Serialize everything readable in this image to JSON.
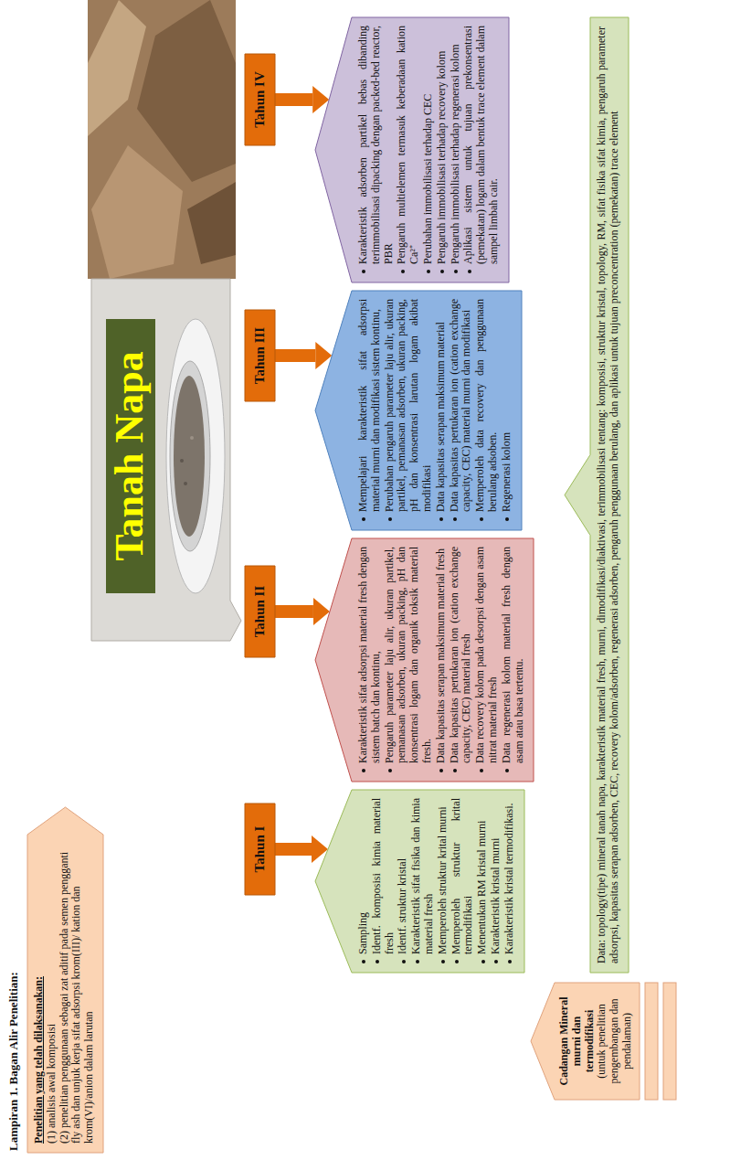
{
  "diagram": {
    "title": "Lampiran 1. Bagan Alir Penelitian:",
    "nodes": [
      {
        "text": [
          "Penelitian yang telah dilaksanakan:",
          "(1) analisis awal komposisi",
          "(2) penelitian penggunaan sebagai zat aditif pada semen pengganti fly ash dan unjuk kerja sifat adsorpsi krom(III)/ kation dan krom(VI)/anion dalam larutan"
        ]
      },
      {
        "text": [
          "Tanah Napa"
        ]
      },
      {
        "text": [
          "Tahun I"
        ]
      },
      {
        "text": [
          "Sampling",
          "Identf. komposisi kimia material fresh",
          "Identf. struktur kristal",
          "Karakteristik sifat fisika dan kimia material fresh",
          "Memperoleh struktur krital murni",
          "Memperoleh struktur krital termodifikasi",
          "Menentukan RM kristal murni",
          "Karakteristik kristal murni",
          "Karakteristik kristal termodifikasi."
        ]
      },
      {
        "text": [
          "Tahun II"
        ]
      },
      {
        "text": [
          "Karakteristik sifat adsorpsi material fresh dengan sistem batch dan kontinu,",
          "Pengaruh parameter laju alir, ukuran partikel, pemanasan adsorben, ukuran packing, pH dan konsentrasi logam dan organik toksik material fresh.",
          "Data kapasitas serapan maksimum material fresh",
          "Data kapasitas pertukaran ion (cation exchange capacity, CEC) material fresh",
          "Data recovery kolom pada desorpsi dengan asam nitrat material fresh",
          "Data regenerasi kolom material fresh dengan asam atau basa tertentu."
        ]
      },
      {
        "text": [
          "Tahun III"
        ]
      },
      {
        "text": [
          "Mempelajari karakteristik sifat adsorpsi material murni dan modifikasi sistem kontinu,",
          "Perubahan pengaruh parameter laju alir, ukuran partikel, pemanasan adsorben, ukuran packing, pH dan konsentrasi larutan logam akibat modifikasi",
          "Data kapasitas serapan maksimum material",
          "Data kapasitas pertukaran ion (cation exchange capacity, CEC) material murni dan modifikasi",
          "Memperoleh data recovery dan penggunaan berulang adsoben.",
          "Regenerasi kolom"
        ]
      },
      {
        "text": [
          "Tahun IV"
        ]
      },
      {
        "text": [
          "Karakteristik adsorben partikel bebas dibanding terimmobilisasi dipacking dengan packed-bed reactor, PBR",
          "Pengaruh multielemen termasuk keberadaan kation Ca²⁺",
          "Perubahan immobilisasi terhadap CEC",
          "Pengaruh immobilisasi terhadap recovery kolom",
          "Pengaruh immobilisasi terhadap regenerasi kolom",
          "Aplikasi sistem untuk tujuan prekonsentrasi (pemekatan) logam dalam bentuk trace element dalam sampel limbah cair."
        ]
      },
      {
        "text": [
          "Cadangan Mineral murni dan termodifikasi",
          "(untuk penelitian pengembangan dan pendalaman)"
        ]
      },
      {
        "text": [
          "Data: topology(tipe) mineral tanah napa, karakteristik material fresh, murni, dimodifikasi/diaktivasi, terimmobilisasi tentang: komposisi, struktur kristal, topology, RM, sifat fisika sifat kimia, pengaruh parameter adsorpsi, kapasitas serapan adsorben, CEC, recovery kolom/adsorben, regenerasi adsorben, pengaruh penggunaan berulang, dan aplikasi untuk tujuan preconcentration (pemekatan) trace element"
        ]
      }
    ],
    "edges": [
      {
        "from": 2,
        "to": 3,
        "arrow": "to"
      },
      {
        "from": 4,
        "to": 5,
        "arrow": "to"
      },
      {
        "from": 6,
        "to": 7,
        "arrow": "to"
      },
      {
        "from": 8,
        "to": 9,
        "arrow": "to"
      }
    ]
  }
}
